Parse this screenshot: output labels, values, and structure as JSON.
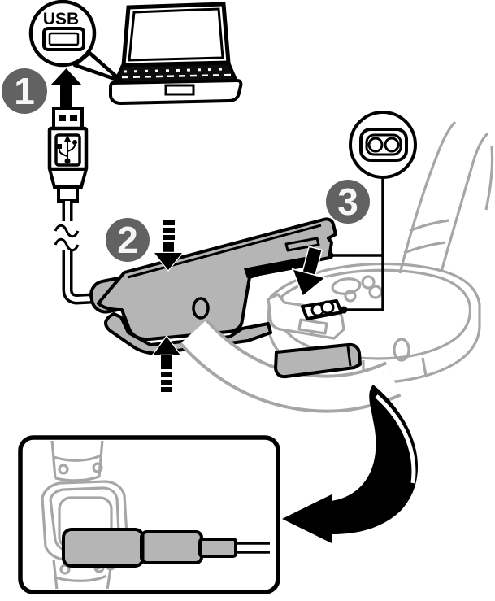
{
  "labels": {
    "usb_port": "USB"
  },
  "steps": [
    {
      "number": "1"
    },
    {
      "number": "2"
    },
    {
      "number": "3"
    }
  ],
  "icons": {
    "laptop": "laptop-illustration",
    "usb_port_callout": "usb-port-balloon",
    "usb_plug": "usb-a-plug-connector",
    "cable_break": "cable-break-squiggle",
    "press_down_arrow": "press-down-dashed-arrow",
    "press_up_arrow": "press-up-dashed-arrow",
    "attach_arrow": "attach-terminal-down-arrow",
    "terminal_callout": "two-contact-charging-terminal",
    "watch": "watch-back-view",
    "charger_clip": "charger-clip-clamp",
    "flip_arrow": "flip-over-swoosh-arrow",
    "inset": "watch-front-with-clip-attached"
  },
  "colors": {
    "outline": "#000000",
    "badge_bg": "#626262",
    "badge_text": "#f5f5f5",
    "clip_fill": "#b5b5b5",
    "watch_outline": "#a6a6a6",
    "background": "#ffffff"
  }
}
